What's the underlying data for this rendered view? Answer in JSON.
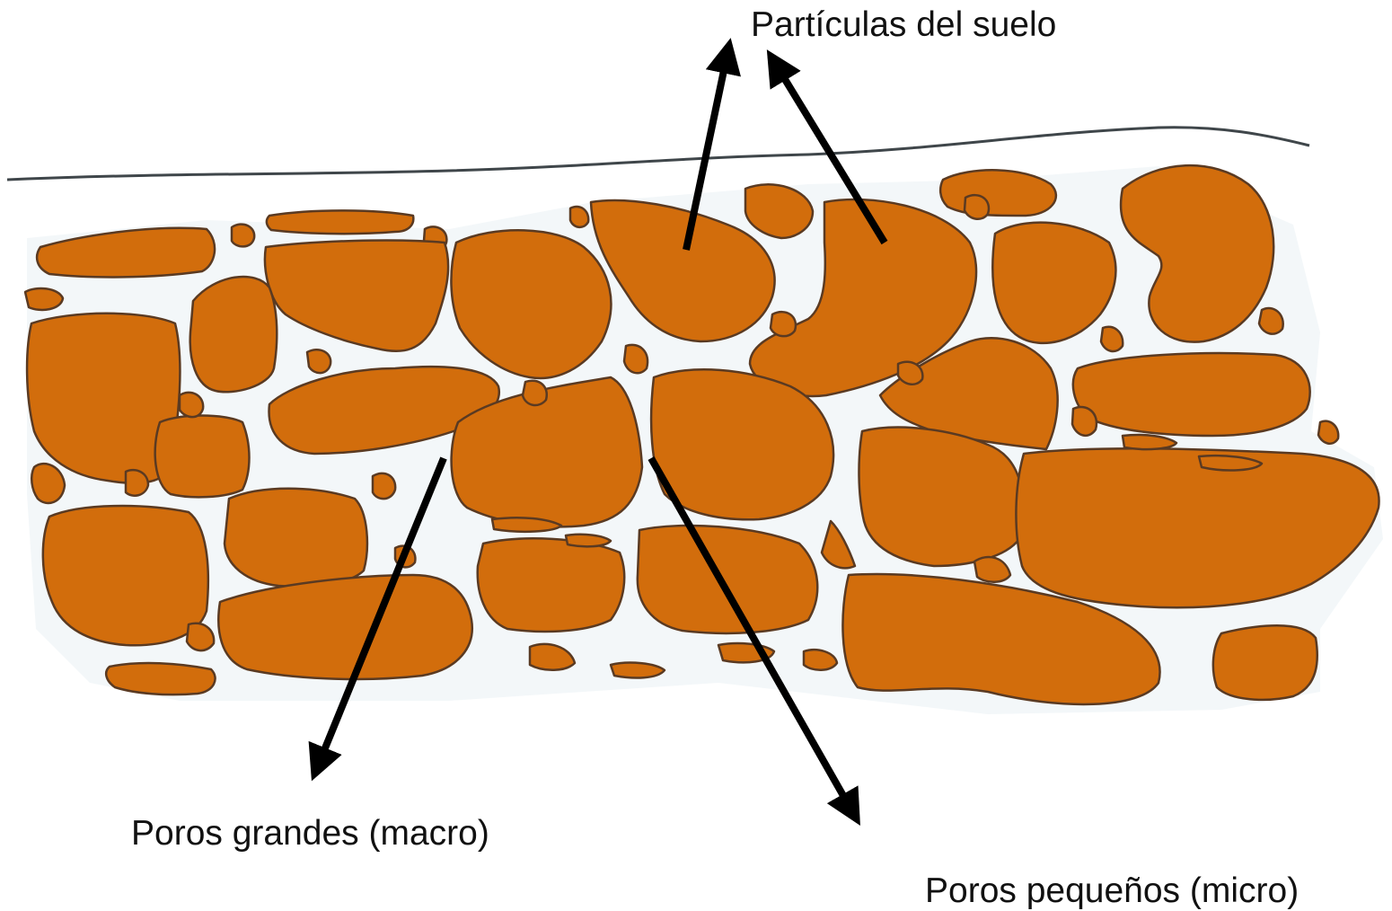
{
  "labels": {
    "soil_particles": "Partículas del suelo",
    "macro_pores": "Poros grandes (macro)",
    "micro_pores": "Poros pequeños (micro)"
  },
  "colors": {
    "particle_fill": "#D26D0C",
    "particle_outline": "#5A3A22",
    "pore_tint": "#EEF3F6",
    "arrow": "#000000",
    "surface_line": "#3F464A"
  }
}
